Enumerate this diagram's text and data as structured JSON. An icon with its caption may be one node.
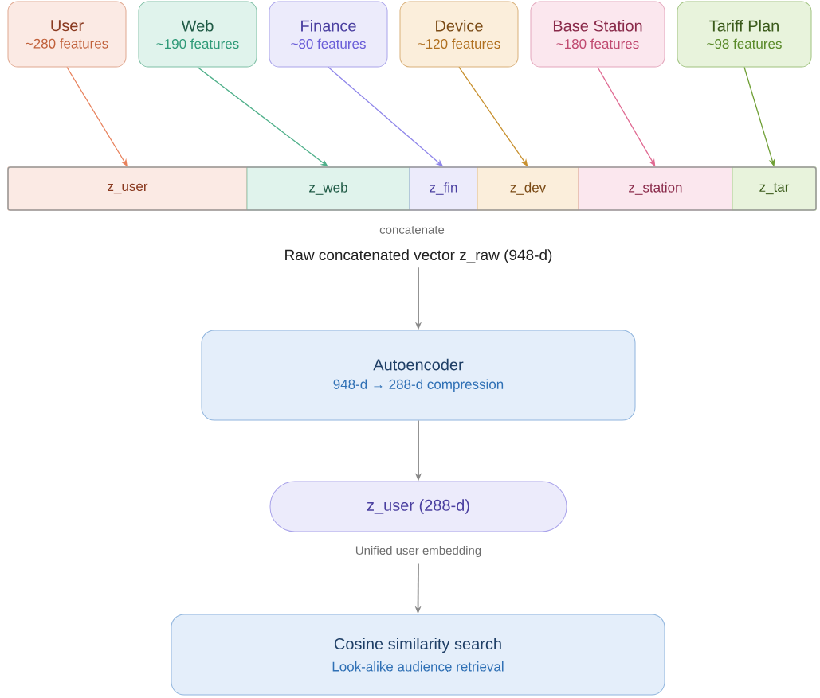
{
  "diagram": {
    "nodes": [
      {
        "text": [
          "User",
          "~280 features"
        ]
      },
      {
        "text": [
          "Web",
          "~190 features"
        ]
      },
      {
        "text": [
          "Finance",
          "~80 features"
        ]
      },
      {
        "text": [
          "Device",
          "~120 features"
        ]
      },
      {
        "text": [
          "Base Station",
          "~180 features"
        ]
      },
      {
        "text": [
          "Tariff Plan",
          "~98 features"
        ]
      },
      {
        "text": [],
        "shape": "bar",
        "beside": [
          "concatenate"
        ]
      },
      {
        "text": [
          "z_user"
        ],
        "in": 6
      },
      {
        "text": [
          "z_web"
        ],
        "in": 6
      },
      {
        "text": [
          "z_fin"
        ],
        "in": 6
      },
      {
        "text": [
          "z_dev"
        ],
        "in": 6
      },
      {
        "text": [
          "z_station"
        ],
        "in": 6
      },
      {
        "text": [
          "z_tar"
        ],
        "in": 6
      },
      {
        "text": [
          "Raw concatenated vector z_raw (948-d)"
        ]
      },
      {
        "text": [
          "Autoencoder",
          "948-d → 288-d compression"
        ]
      },
      {
        "text": [
          "z_user (288-d)"
        ],
        "beside": [
          "Unified user embedding"
        ]
      },
      {
        "text": [
          "Cosine similarity search",
          "Look-alike audience retrieval"
        ]
      }
    ],
    "edges": [
      {
        "from": 0,
        "to": 7,
        "arrow": "to",
        "color": "#e8805a"
      },
      {
        "from": 1,
        "to": 8,
        "arrow": "to",
        "color": "#4fb08a"
      },
      {
        "from": 2,
        "to": 9,
        "arrow": "to",
        "color": "#8f86ea"
      },
      {
        "from": 3,
        "to": 10,
        "arrow": "to",
        "color": "#c8902e"
      },
      {
        "from": 4,
        "to": 11,
        "arrow": "to",
        "color": "#e06a92"
      },
      {
        "from": 5,
        "to": 12,
        "arrow": "to",
        "color": "#6f9f35"
      },
      {
        "from": 13,
        "to": 14,
        "arrow": "to"
      },
      {
        "from": 14,
        "to": 15,
        "arrow": "to"
      },
      {
        "from": 15,
        "to": 16,
        "arrow": "to"
      }
    ]
  }
}
